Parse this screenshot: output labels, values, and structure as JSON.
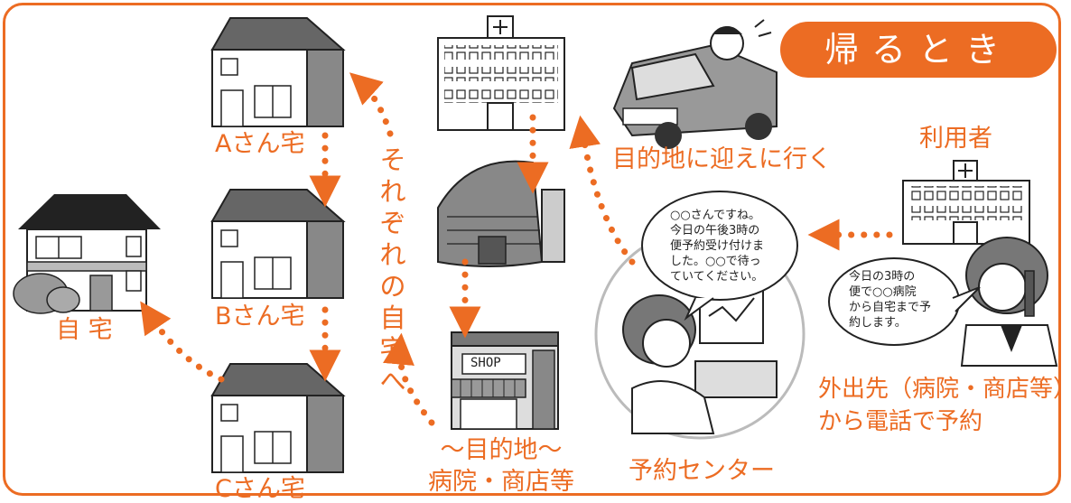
{
  "title": "帰るとき",
  "labels": {
    "home": "自 宅",
    "house_a": "Aさん宅",
    "house_b": "Bさん宅",
    "house_c": "Cさん宅",
    "each_home": "それぞれの自宅へ",
    "pickup": "目的地に迎えに行く",
    "user": "利用者",
    "destination_line1": "～目的地～",
    "destination_line2": "病院・商店等",
    "reservation_center": "予約センター",
    "call_from_line1": "外出先（病院・商店等）",
    "call_from_line2": "から電話で予約"
  },
  "bubbles": {
    "operator": "○○さんですね。\n今日の午後3時の\n便予約受け付けま\nした。○○で待っ\nていてください。",
    "user": "今日の3時の\n便で○○病院\nから自宅まで予\n約します。"
  },
  "shop_sign": "SHOP",
  "colors": {
    "accent": "#ec6c23",
    "line": "#222222",
    "roof": "#777777"
  },
  "icons": [
    "house-icon",
    "hospital-icon",
    "car-icon",
    "building-icon",
    "shop-icon",
    "operator-icon",
    "phone-user-icon"
  ]
}
